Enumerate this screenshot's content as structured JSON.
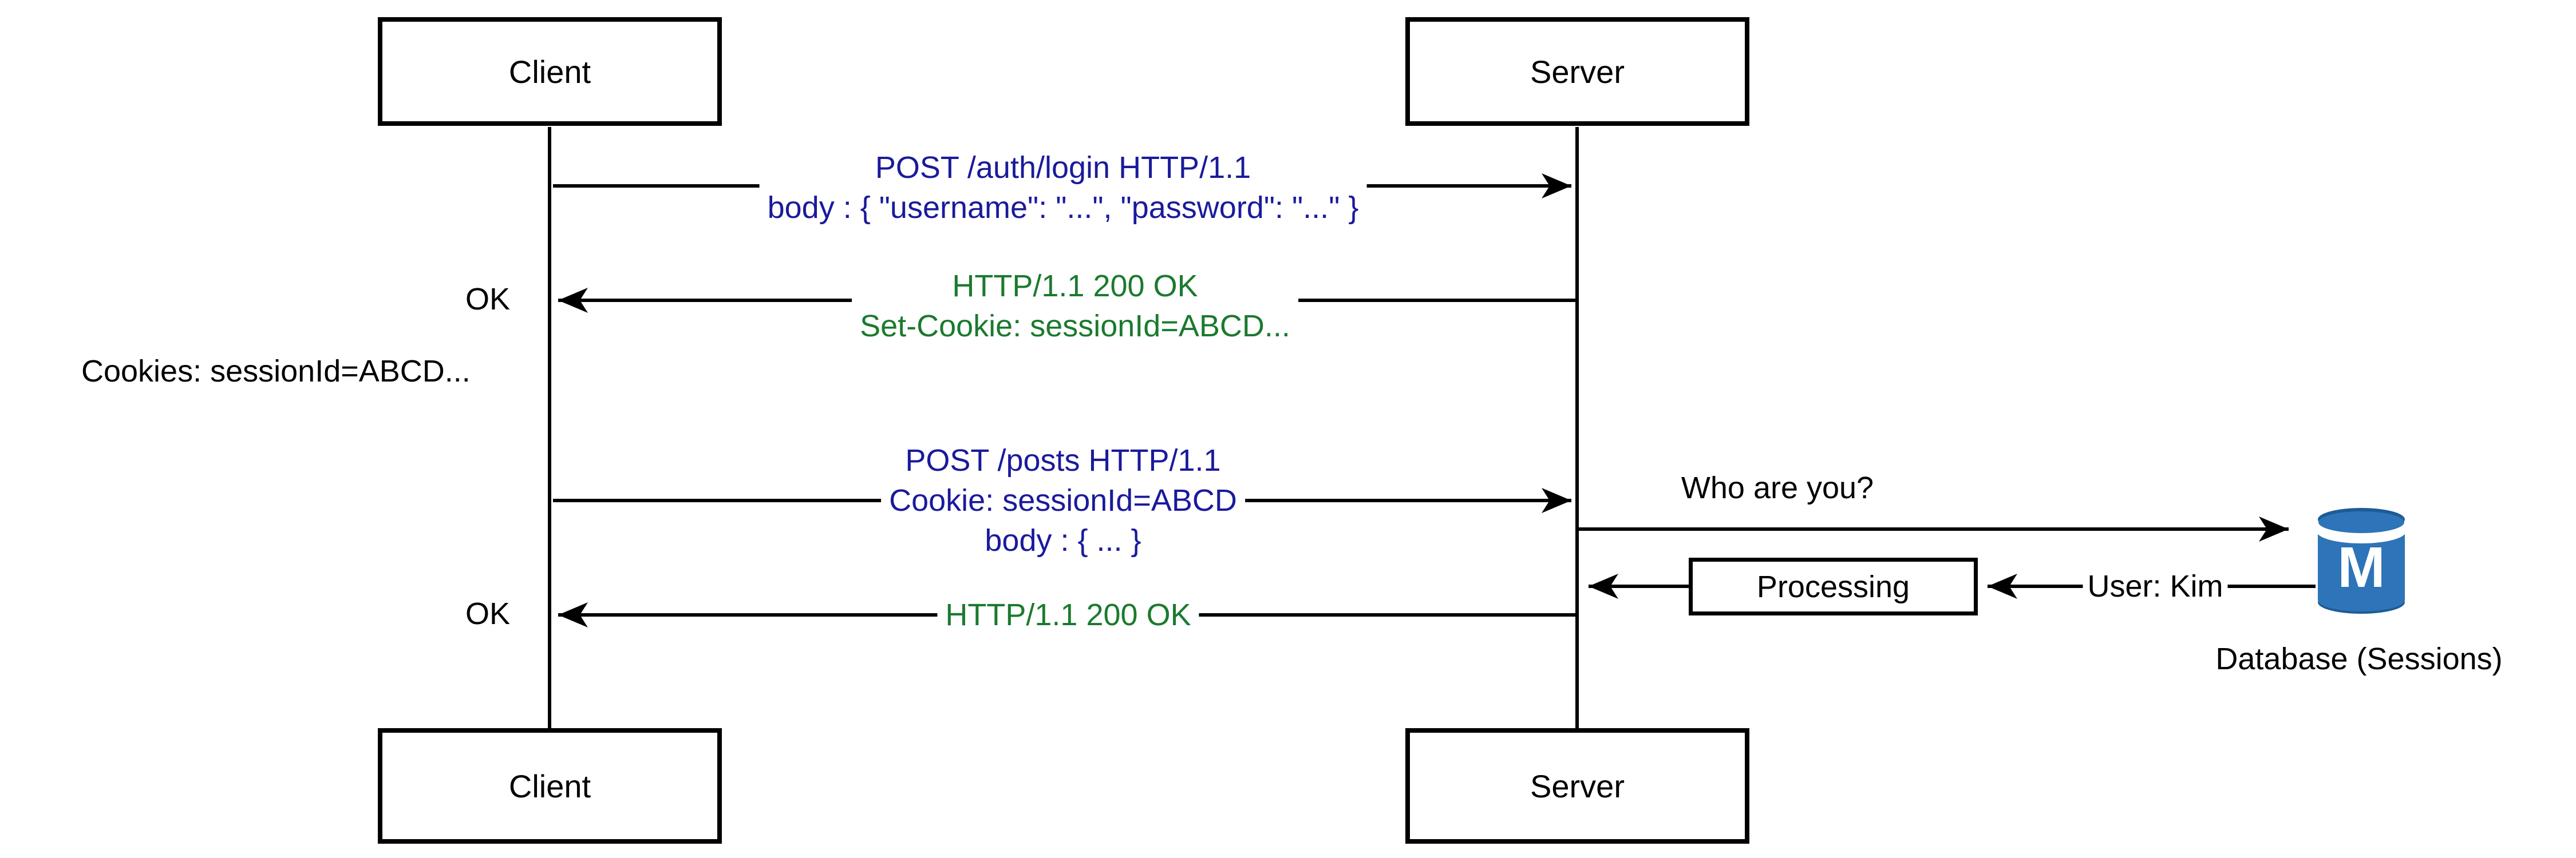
{
  "title": "Session-based authentication sequence diagram",
  "colors": {
    "request_text": "#1a1a9c",
    "response_text": "#1b7a2e",
    "line_color": "#000000",
    "text_color": "#000000",
    "db_body": "#2e74b8",
    "db_shadow": "#1d5c96",
    "db_letter_color": "#ffffff",
    "background": "#ffffff"
  },
  "actors": {
    "client_top": "Client",
    "server_top": "Server",
    "client_bottom": "Client",
    "server_bottom": "Server"
  },
  "messages": {
    "login_request": {
      "line1": "POST /auth/login HTTP/1.1",
      "line2": "body : { \"username\": \"...\", \"password\": \"...\" }"
    },
    "login_response": {
      "line1": "HTTP/1.1 200 OK",
      "line2": "Set-Cookie: sessionId=ABCD..."
    },
    "ok_first": "OK",
    "cookie_note": "Cookies: sessionId=ABCD...",
    "post_request": {
      "line1": "POST /posts HTTP/1.1",
      "line2": "Cookie: sessionId=ABCD",
      "line3": "body : { ... }"
    },
    "who_are_you": "Who are you?",
    "processing": "Processing",
    "user_kim": "User: Kim",
    "post_response": "HTTP/1.1 200 OK",
    "ok_second": "OK"
  },
  "database": {
    "label": "Database (Sessions)",
    "icon_letter": "M"
  }
}
